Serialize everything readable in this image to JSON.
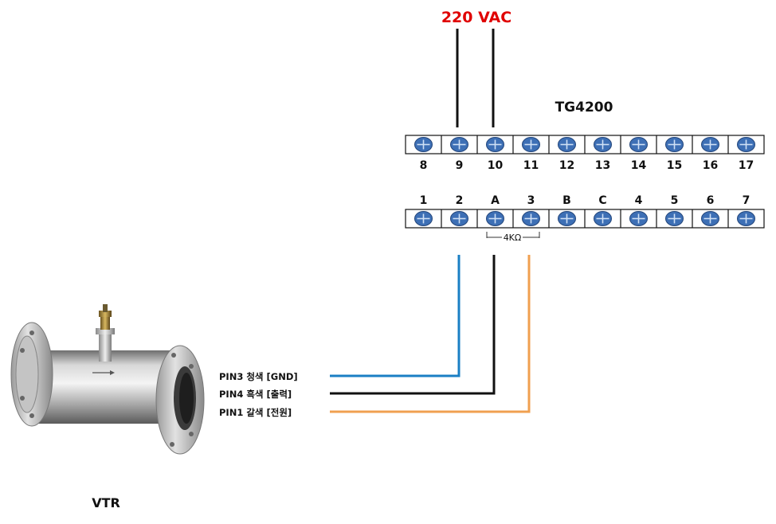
{
  "supply_label": "220 VAC",
  "controller_name": "TG4200",
  "top_terminals": [
    "8",
    "9",
    "10",
    "11",
    "12",
    "13",
    "14",
    "15",
    "16",
    "17"
  ],
  "bottom_terminals": [
    "1",
    "2",
    "A",
    "3",
    "B",
    "C",
    "4",
    "5",
    "6",
    "7"
  ],
  "resistor_label": "4KΩ",
  "wires": [
    {
      "label": "PIN3 청색 [GND]",
      "color": "#1a7fc4"
    },
    {
      "label": "PIN4 흑색 [출력]",
      "color": "#111111"
    },
    {
      "label": "PIN1 갈색 [전원]",
      "color": "#f0a050"
    }
  ],
  "sensor_name": "VTR",
  "colors": {
    "supply_label": "#e00000",
    "screw": "#3d6fb5",
    "wire_black": "#111111"
  }
}
